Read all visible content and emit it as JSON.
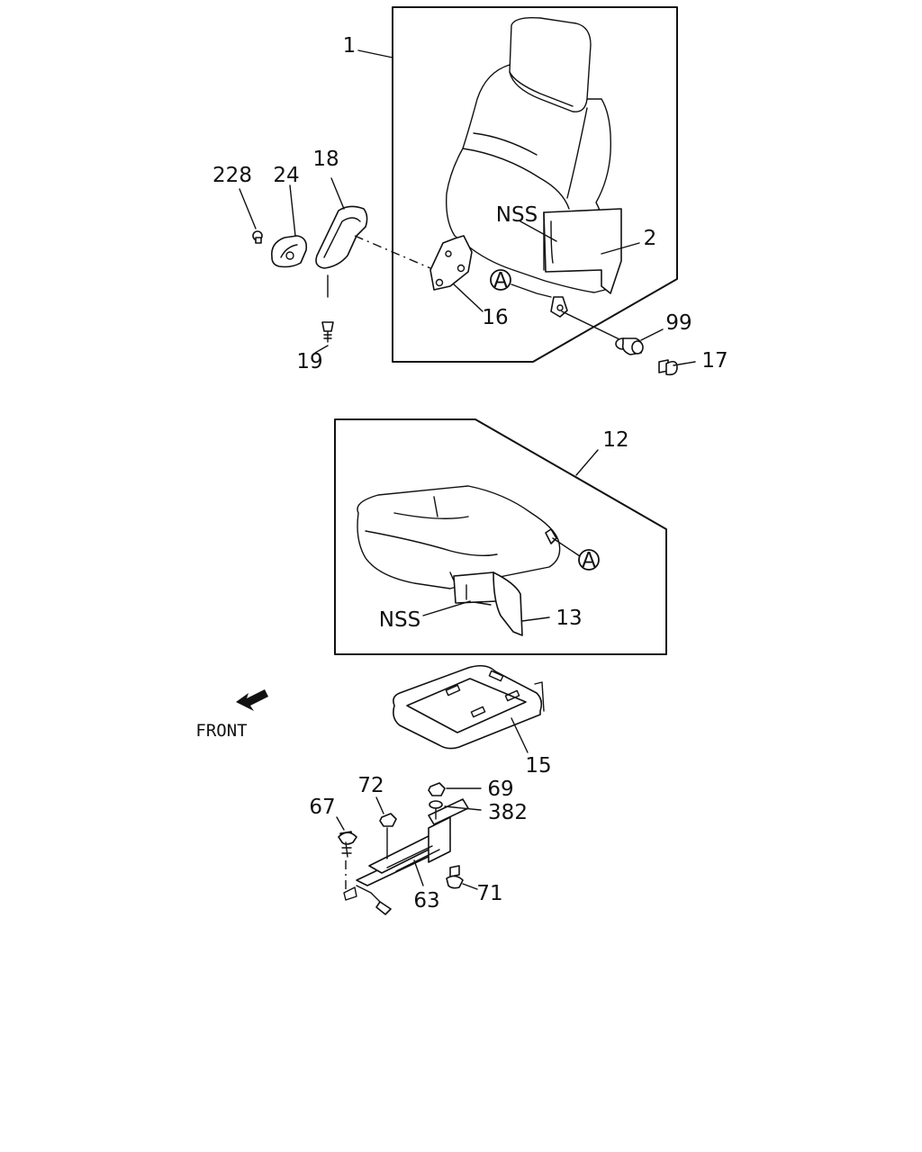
{
  "diagram": {
    "callouts": {
      "p1": "1",
      "p2": "2",
      "p12": "12",
      "p13": "13",
      "p15": "15",
      "p16": "16",
      "p17": "17",
      "p18": "18",
      "p19": "19",
      "p24": "24",
      "p63": "63",
      "p67": "67",
      "p69": "69",
      "p71": "71",
      "p72": "72",
      "p99": "99",
      "p228": "228",
      "p382": "382",
      "nss_back": "NSS",
      "nss_cushion": "NSS"
    },
    "reference_marker": "A",
    "front_label": "FRONT"
  }
}
